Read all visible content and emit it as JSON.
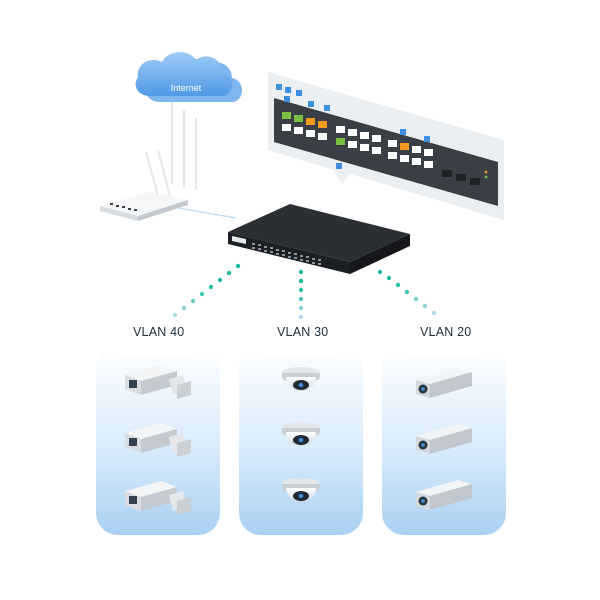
{
  "cloud": {
    "label": "Internet"
  },
  "vlans": [
    {
      "label": "VLAN 40",
      "camera_type": "bullet-camera"
    },
    {
      "label": "VLAN 30",
      "camera_type": "dome-camera"
    },
    {
      "label": "VLAN 20",
      "camera_type": "box-camera"
    }
  ],
  "colors": {
    "accent_blue": "#3d8fe0",
    "link_teal": "#1fb7a0",
    "cylinder_top": "#dceefb",
    "switch_body": "#2b2f34",
    "port_green": "#7ac143",
    "port_orange": "#f39a1e"
  }
}
